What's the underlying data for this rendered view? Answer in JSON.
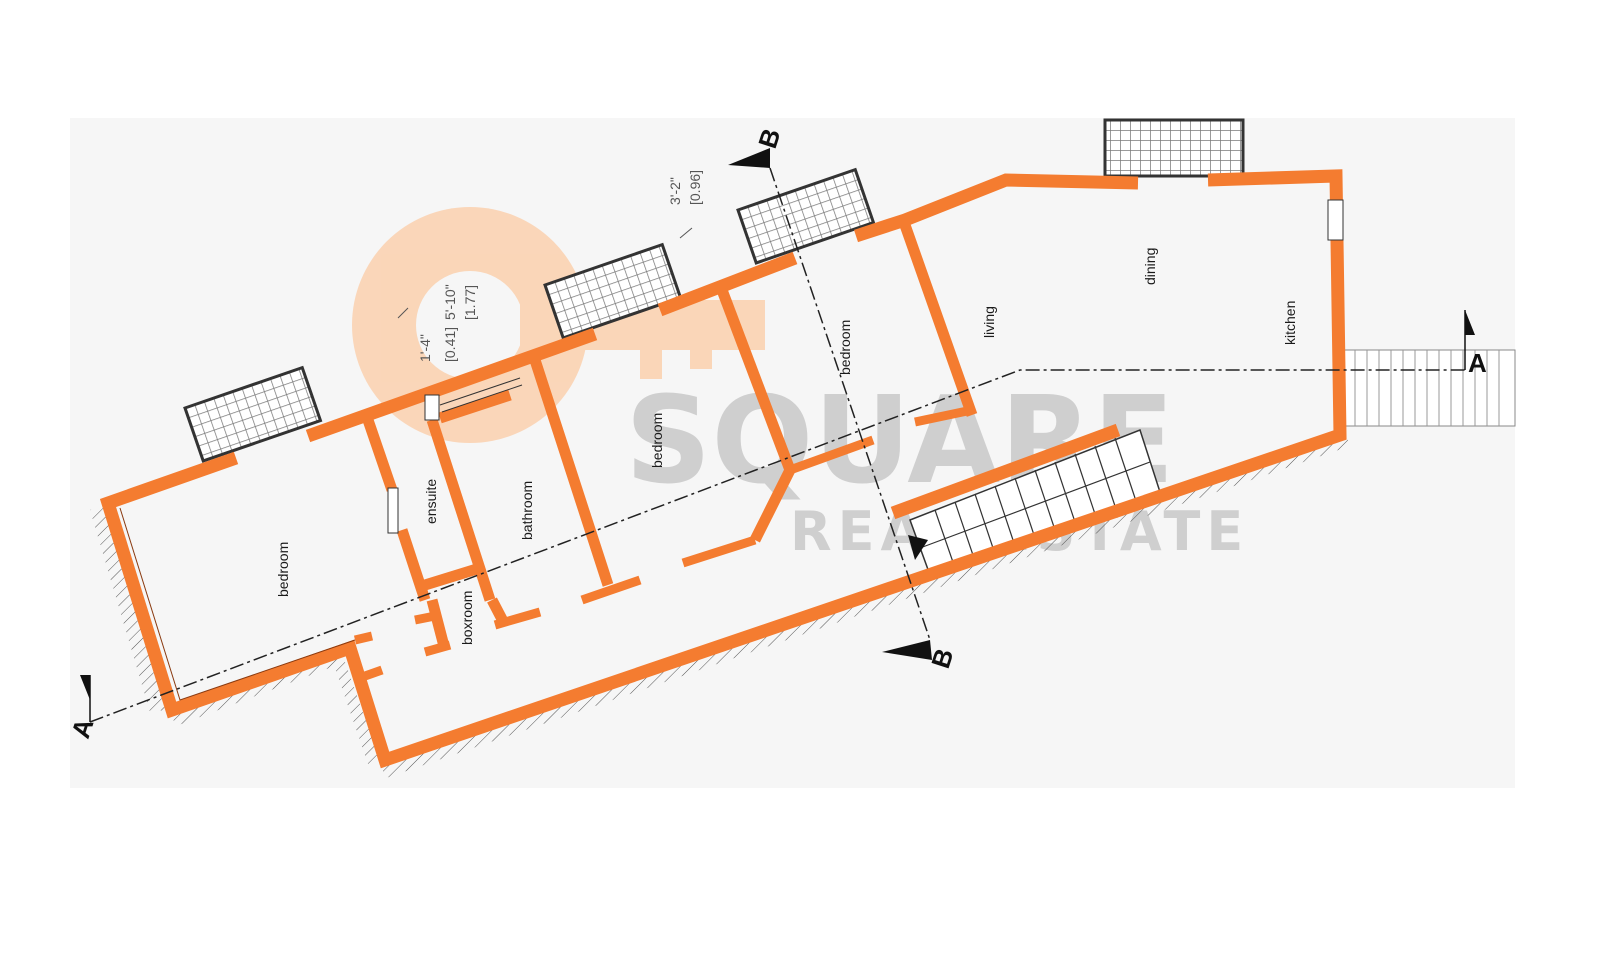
{
  "colors": {
    "wall": "#f47c30",
    "wall_edge": "#8a3a10",
    "hatch": "#555555",
    "planter": "#7a7a7a",
    "watermark_orange": "#fbd3b2",
    "watermark_gray": "#c9c9c9",
    "plan_bg": "#f6f6f6"
  },
  "rooms": {
    "bedroom_left": "bedroom",
    "ensuite": "ensuite",
    "bathroom": "bathroom",
    "boxroom": "boxroom",
    "bedroom_middle": "bedroom",
    "bedroom_upper": "bedroom",
    "living": "living",
    "dining": "dining",
    "kitchen": "kitchen"
  },
  "dimensions": {
    "dim_1": "1'-4\"",
    "dim_1_metric": "[0.41]",
    "dim_2": "5'-10\"",
    "dim_2_metric": "[1.77]",
    "dim_3": "3'-2\"",
    "dim_3_metric": "[0.96]"
  },
  "sections": {
    "a_left": "A",
    "a_right": "A",
    "b_top": "B",
    "b_bottom": "B"
  },
  "watermark": {
    "main": "SQUARE",
    "sub": "REAL ESTATE",
    "icon": "key-logo-icon"
  }
}
